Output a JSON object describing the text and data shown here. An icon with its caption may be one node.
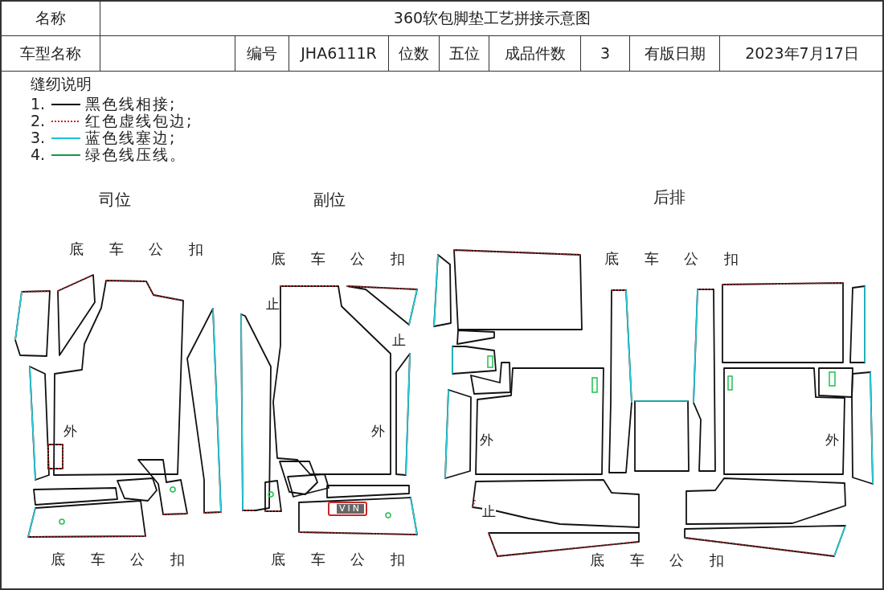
{
  "diagram": {
    "title": "360软包脚垫工艺拼接示意图",
    "labels": [
      "名称",
      "车型名称",
      "编号",
      "JHA6111R",
      "位数",
      "五位",
      "成品件数",
      "3",
      "有版日期",
      "2023年7月17日",
      "缝纫说明",
      "1.",
      "2.",
      "3.",
      "4.",
      "司位",
      "副位",
      "后排",
      "底 车 公 扣",
      "底 车 公 扣",
      "底 车 公 扣",
      "止",
      "止",
      "外",
      "外",
      "外",
      "外",
      "VIN",
      "止",
      "底 车 公 扣",
      "底 车 公 扣",
      "底 车 公 扣"
    ],
    "legend": [
      {
        "text": "黑色线相接;"
      },
      {
        "text": "红色虚线包边;"
      },
      {
        "text": "蓝色线塞边;"
      },
      {
        "text": "绿色线压线。"
      }
    ]
  }
}
